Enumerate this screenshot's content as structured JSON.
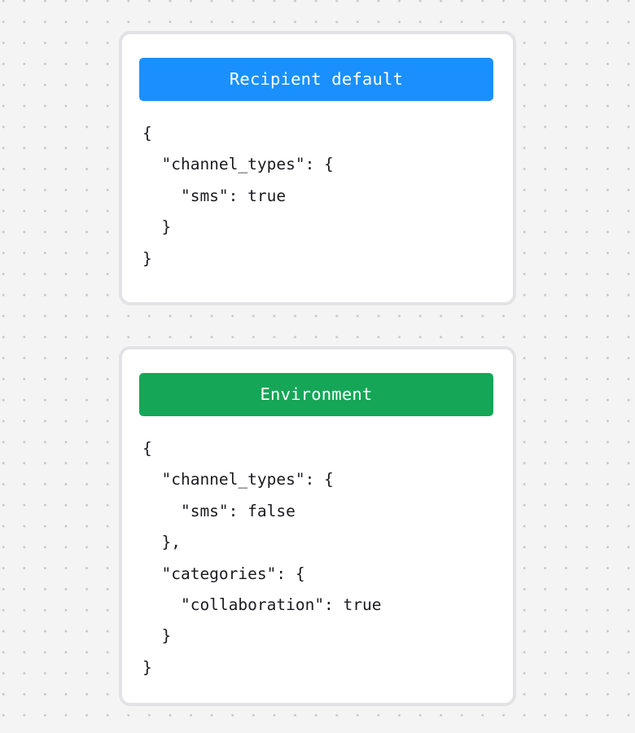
{
  "background": {
    "color": "#f4f4f5",
    "dot_color": "#c9c9cd",
    "pattern": "dot-grid"
  },
  "cards": [
    {
      "id": "recipient-default",
      "header": {
        "title": "Recipient default",
        "background_color": "#1a90ff",
        "text_color": "#ffffff"
      },
      "body": {
        "language": "json",
        "text": "{\n  \"channel_types\": {\n    \"sms\": true\n  }\n}",
        "text_color": "#1b1b20"
      },
      "json_value": {
        "channel_types": {
          "sms": true
        }
      }
    },
    {
      "id": "environment",
      "header": {
        "title": "Environment",
        "background_color": "#16a657",
        "text_color": "#ffffff"
      },
      "body": {
        "language": "json",
        "text": "{\n  \"channel_types\": {\n    \"sms\": false\n  },\n  \"categories\": {\n    \"collaboration\": true\n  }\n}",
        "text_color": "#1b1b20"
      },
      "json_value": {
        "channel_types": {
          "sms": false
        },
        "categories": {
          "collaboration": true
        }
      }
    }
  ]
}
